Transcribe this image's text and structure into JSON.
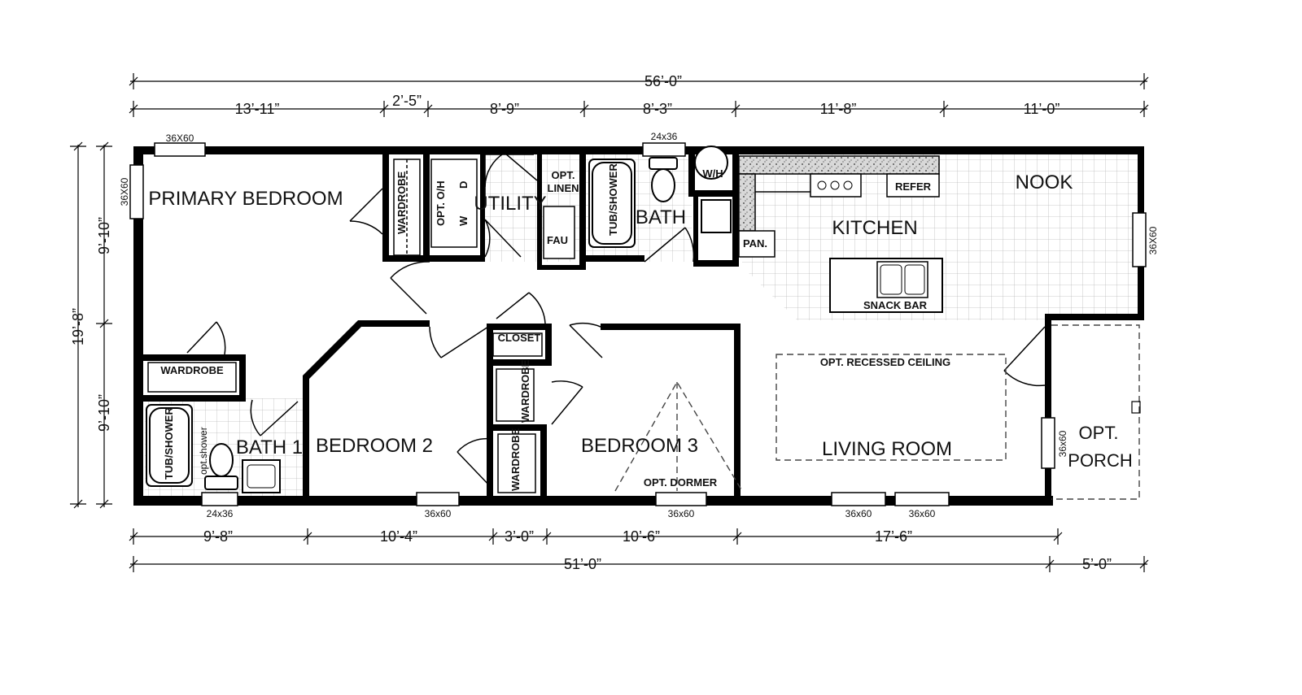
{
  "rooms": {
    "primary_bedroom": "PRIMARY BEDROOM",
    "utility": "UTILITY",
    "bath": "BATH",
    "kitchen": "KITCHEN",
    "nook": "NOOK",
    "bath1": "BATH 1",
    "bedroom2": "BEDROOM 2",
    "bedroom3": "BEDROOM 3",
    "living_room": "LIVING ROOM",
    "opt_porch_line1": "OPT.",
    "opt_porch_line2": "PORCH"
  },
  "labels": {
    "wardrobe": "WARDROBE",
    "opt_oh": "OPT. O/H",
    "washer": "W",
    "dryer": "D",
    "opt_linen_1": "OPT.",
    "opt_linen_2": "LINEN",
    "fau": "FAU",
    "tub_shower": "TUB/SHOWER",
    "wh": "W/H",
    "refer": "REFER",
    "pan": "PAN.",
    "snack_bar": "SNACK BAR",
    "closet": "CLOSET",
    "opt_recessed_ceiling": "OPT. RECESSED CEILING",
    "opt_dormer": "OPT. DORMER",
    "opt_shower": "opt.shower"
  },
  "windows": {
    "w36x60": "36X60",
    "w36x60_lower": "36x60",
    "w24x36": "24x36"
  },
  "dimensions": {
    "overall_top": "56’-0”",
    "top": [
      "13’-11”",
      "2’-5”",
      "8’-9”",
      "8’-3”",
      "11’-8”",
      "11’-0”"
    ],
    "bottom": [
      "9’-8”",
      "10’-4”",
      "3’-0”",
      "10’-6”",
      "17’-6”"
    ],
    "overall_bottom": "51’-0”",
    "porch_depth": "5’-0”",
    "left_total": "19’-8”",
    "left_upper": "9’-10”",
    "left_lower": "9’-10”"
  }
}
